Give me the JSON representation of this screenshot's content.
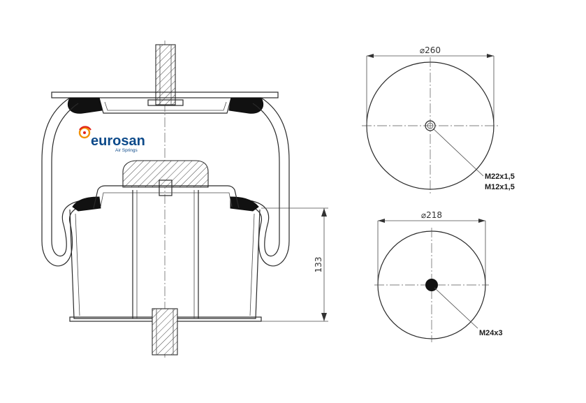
{
  "brand": {
    "name": "eurosan",
    "tagline": "Air Springs",
    "colors": {
      "primary": "#0d4a8a",
      "accent": "#e2231a",
      "accent2": "#f39200"
    }
  },
  "dimensions": {
    "height": "133",
    "top_plate_diameter": "260",
    "bottom_piston_diameter": "218",
    "diameter_symbol": "⌀"
  },
  "threads": {
    "top_line1": "M22x1,5",
    "top_line2": "M12x1,5",
    "bottom": "M24x3"
  }
}
